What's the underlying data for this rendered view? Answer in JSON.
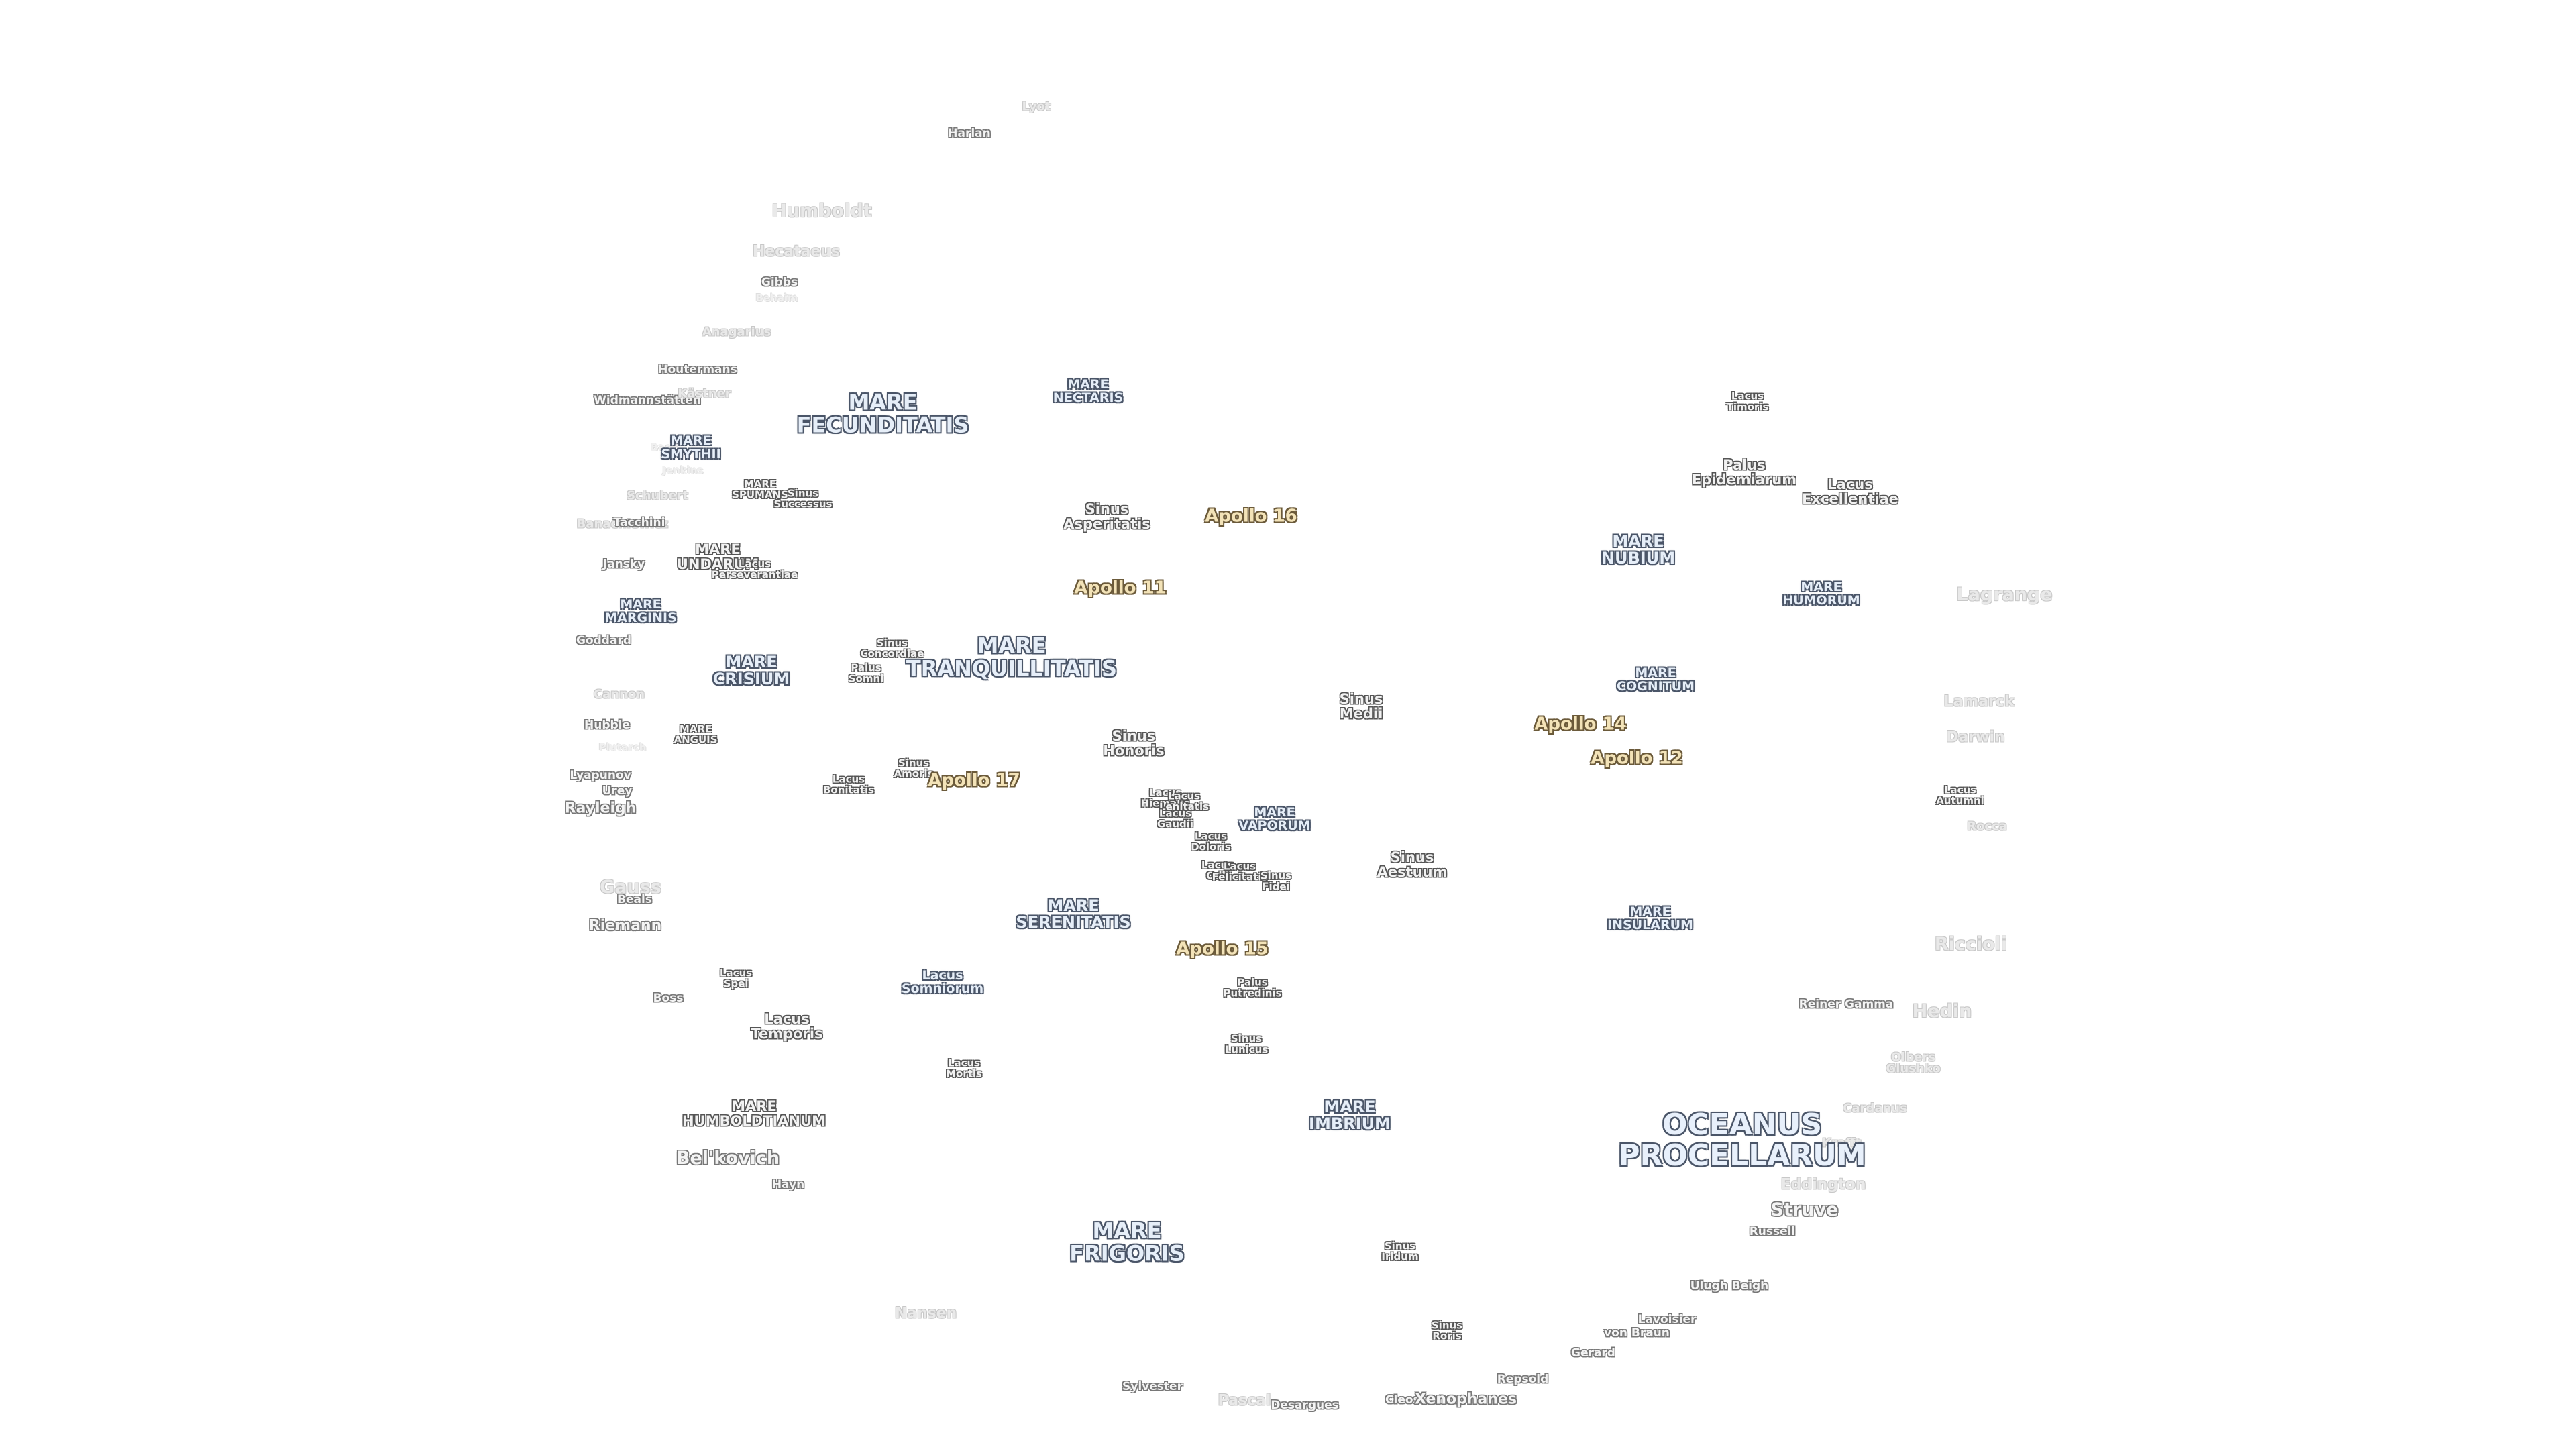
{
  "labels": [
    {
      "text": "Humboldt",
      "kind": "faint big"
    },
    {
      "text": "Hecataeus",
      "kind": "faint mid"
    },
    {
      "text": "Gibbs",
      "kind": "crater"
    },
    {
      "text": "Behaim",
      "kind": "faint xs"
    },
    {
      "text": "Anagarius",
      "kind": "faint"
    },
    {
      "text": "Houtermans",
      "kind": "crater"
    },
    {
      "text": "Widmannstätten",
      "kind": "crater"
    },
    {
      "text": "Kästner",
      "kind": "faint"
    },
    {
      "text": "Jenkins",
      "kind": "faint xs"
    },
    {
      "text": "Schubert",
      "kind": "faint"
    },
    {
      "text": "Back",
      "kind": "faint xs"
    },
    {
      "text": "Banachiewicz",
      "kind": "faint"
    },
    {
      "text": "Tacchini",
      "kind": "crater"
    },
    {
      "text": "Jansky",
      "kind": "crater"
    },
    {
      "text": "Goddard",
      "kind": "crater"
    },
    {
      "text": "Cannon",
      "kind": "faint"
    },
    {
      "text": "Hubble",
      "kind": "crater"
    },
    {
      "text": "Plutarch",
      "kind": "faint xs"
    },
    {
      "text": "Lyapunov",
      "kind": "crater"
    },
    {
      "text": "Urey",
      "kind": "crater"
    },
    {
      "text": "Rayleigh",
      "kind": "crater mid"
    },
    {
      "text": "Gauss",
      "kind": "faint big"
    },
    {
      "text": "Beals",
      "kind": "crater"
    },
    {
      "text": "Riemann",
      "kind": "crater mid"
    },
    {
      "text": "Boss",
      "kind": "crater"
    },
    {
      "text": "Bel'kovich",
      "kind": "crater big"
    },
    {
      "text": "Hayn",
      "kind": "crater"
    },
    {
      "text": "Nansen",
      "kind": "faint mid"
    },
    {
      "text": "Sylvester",
      "kind": "crater"
    },
    {
      "text": "Pascal",
      "kind": "faint mid"
    },
    {
      "text": "Desargues",
      "kind": "crater"
    },
    {
      "text": "Cleostratus",
      "kind": "crater"
    },
    {
      "text": "Xenophanes",
      "kind": "crater mid"
    },
    {
      "text": "Repsold",
      "kind": "crater"
    },
    {
      "text": "Gerard",
      "kind": "crater"
    },
    {
      "text": "Lavoisier",
      "kind": "crater"
    },
    {
      "text": "von Braun",
      "kind": "crater"
    },
    {
      "text": "Ulugh Beigh",
      "kind": "crater"
    },
    {
      "text": "Russell",
      "kind": "crater"
    },
    {
      "text": "Struve",
      "kind": "crater big"
    },
    {
      "text": "Eddington",
      "kind": "faint mid"
    },
    {
      "text": "Krafft",
      "kind": "faint"
    },
    {
      "text": "Cardanus",
      "kind": "faint"
    },
    {
      "text": "Olbers",
      "kind": "faint"
    },
    {
      "text": "Glushko",
      "kind": "faint"
    },
    {
      "text": "Hedin",
      "kind": "faint big"
    },
    {
      "text": "Reiner Gamma",
      "kind": "crater"
    },
    {
      "text": "Riccioli",
      "kind": "faint big"
    },
    {
      "text": "Rocca",
      "kind": "faint"
    },
    {
      "text": "Lagrange",
      "kind": "faint big"
    },
    {
      "text": "Lamarck",
      "kind": "faint mid"
    },
    {
      "text": "Darwin",
      "kind": "faint mid"
    },
    {
      "text": "Lacus\nAutumni",
      "kind": "minor"
    },
    {
      "text": "Lacus\nTimoris",
      "kind": "minor"
    },
    {
      "text": "Palus\nEpidemiarum",
      "kind": "minor md"
    },
    {
      "text": "Lacus\nExcellentiae",
      "kind": "minor md"
    },
    {
      "text": "MARE\nNUBIUM",
      "kind": "mare md"
    },
    {
      "text": "MARE\nHUMORUM",
      "kind": "mare sm"
    },
    {
      "text": "MARE\nCOGNITUM",
      "kind": "mare sm"
    },
    {
      "text": "MARE\nINSULARUM",
      "kind": "mare sm"
    },
    {
      "text": "OCEANUS\nPROCELLARUM",
      "kind": "mare xl"
    },
    {
      "text": "MARE\nFECUNDITATIS",
      "kind": "mare lg"
    },
    {
      "text": "MARE\nNECTARIS",
      "kind": "mare sm"
    },
    {
      "text": "MARE\nSMYTHII",
      "kind": "mare sm"
    },
    {
      "text": "MARE\nSPUMANS",
      "kind": "minor"
    },
    {
      "text": "Sinus\nSuccessus",
      "kind": "minor"
    },
    {
      "text": "MARE\nUNDARUM",
      "kind": "minor md"
    },
    {
      "text": "Lacus\nPerseverantiae",
      "kind": "minor"
    },
    {
      "text": "MARE\nMARGINIS",
      "kind": "mare sm"
    },
    {
      "text": "MARE\nCRISIUM",
      "kind": "mare md"
    },
    {
      "text": "MARE\nANGUIS",
      "kind": "minor"
    },
    {
      "text": "Sinus\nConcordiae",
      "kind": "minor"
    },
    {
      "text": "Palus\nSomni",
      "kind": "minor"
    },
    {
      "text": "MARE\nTRANQUILLITATIS",
      "kind": "mare lg"
    },
    {
      "text": "Sinus\nAsperitatis",
      "kind": "minor md"
    },
    {
      "text": "Apollo 16",
      "kind": "apollo"
    },
    {
      "text": "Apollo 11",
      "kind": "apollo"
    },
    {
      "text": "Sinus\nMedii",
      "kind": "minor md"
    },
    {
      "text": "Apollo 14",
      "kind": "apollo"
    },
    {
      "text": "Apollo 12",
      "kind": "apollo"
    },
    {
      "text": "Sinus\nHonoris",
      "kind": "minor md"
    },
    {
      "text": "Sinus\nAmoris",
      "kind": "minor"
    },
    {
      "text": "Lacus\nBonitatis",
      "kind": "minor"
    },
    {
      "text": "Apollo 17",
      "kind": "apollo"
    },
    {
      "text": "Lacus\nHiemalis",
      "kind": "minor"
    },
    {
      "text": "Lacus\nLenitatis",
      "kind": "minor"
    },
    {
      "text": "Lacus\nGaudii",
      "kind": "minor"
    },
    {
      "text": "MARE\nVAPORUM",
      "kind": "mare sm"
    },
    {
      "text": "Lacus\nDoloris",
      "kind": "minor"
    },
    {
      "text": "Lacus\nOdii",
      "kind": "minor"
    },
    {
      "text": "Lacus\nFelicitatis",
      "kind": "minor"
    },
    {
      "text": "Sinus\nFidei",
      "kind": "minor"
    },
    {
      "text": "Sinus\nAestuum",
      "kind": "minor md"
    },
    {
      "text": "MARE\nSERENITATIS",
      "kind": "mare md"
    },
    {
      "text": "Apollo 15",
      "kind": "apollo"
    },
    {
      "text": "Lacus\nSomniorum",
      "kind": "mare sm"
    },
    {
      "text": "Lacus\nSpei",
      "kind": "minor"
    },
    {
      "text": "Lacus\nTemporis",
      "kind": "minor md"
    },
    {
      "text": "Palus\nPutredinis",
      "kind": "minor"
    },
    {
      "text": "Sinus\nLunicus",
      "kind": "minor"
    },
    {
      "text": "Lacus\nMortis",
      "kind": "minor"
    },
    {
      "text": "MARE\nHUMBOLDTIANUM",
      "kind": "minor md"
    },
    {
      "text": "MARE\nIMBRIUM",
      "kind": "mare md"
    },
    {
      "text": "MARE\nFRIGORIS",
      "kind": "mare lg"
    },
    {
      "text": "Sinus\nIridum",
      "kind": "minor"
    },
    {
      "text": "Sinus\nRoris",
      "kind": "minor"
    },
    {
      "text": "Harlan",
      "kind": "crater"
    },
    {
      "text": "Lyot",
      "kind": "faint"
    }
  ]
}
